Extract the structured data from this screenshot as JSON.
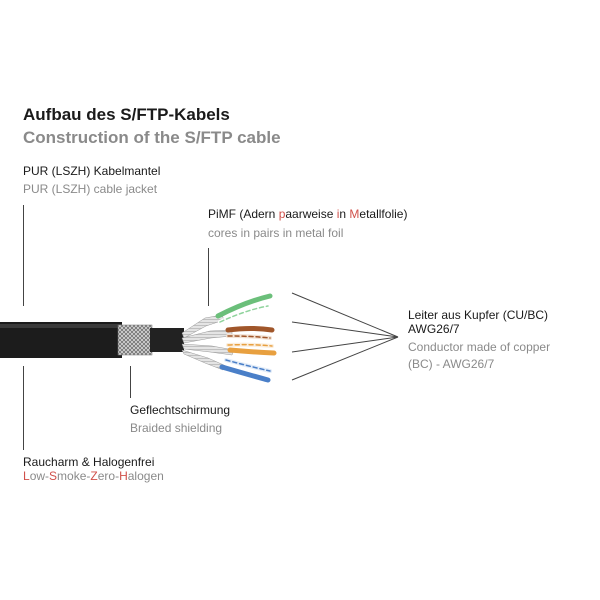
{
  "title": {
    "de": "Aufbau des S/FTP-Kabels",
    "en": "Construction of the S/FTP cable"
  },
  "jacket": {
    "de": "PUR (LSZH) Kabelmantel",
    "en": "PUR (LSZH) cable jacket"
  },
  "pimf": {
    "de_parts": [
      "PiMF (Adern ",
      "p",
      "aarweise ",
      "i",
      "n ",
      "M",
      "etallfolie)"
    ],
    "en": "cores in pairs in metal foil"
  },
  "conductor": {
    "de_line1": "Leiter aus Kupfer (CU/BC)",
    "de_line2": "AWG26/7",
    "en_line1": "Conductor made of copper",
    "en_line2": "(BC) - AWG26/7"
  },
  "braid": {
    "de": "Geflechtschirmung",
    "en": "Braided shielding"
  },
  "lszh": {
    "de": "Raucharm & Halogenfrei",
    "en_parts": [
      "L",
      "ow-",
      "S",
      "moke-",
      "Z",
      "ero-",
      "H",
      "alogen"
    ]
  },
  "colors": {
    "accent_letter": "#d0504a",
    "wire_green": "#6bbf7a",
    "wire_brown": "#a0562a",
    "wire_orange": "#e8a040",
    "wire_blue": "#4a7fc8",
    "jacket": "#1a1a1a",
    "foil": "#c8c8c8",
    "braid": "#9a9a9a"
  }
}
